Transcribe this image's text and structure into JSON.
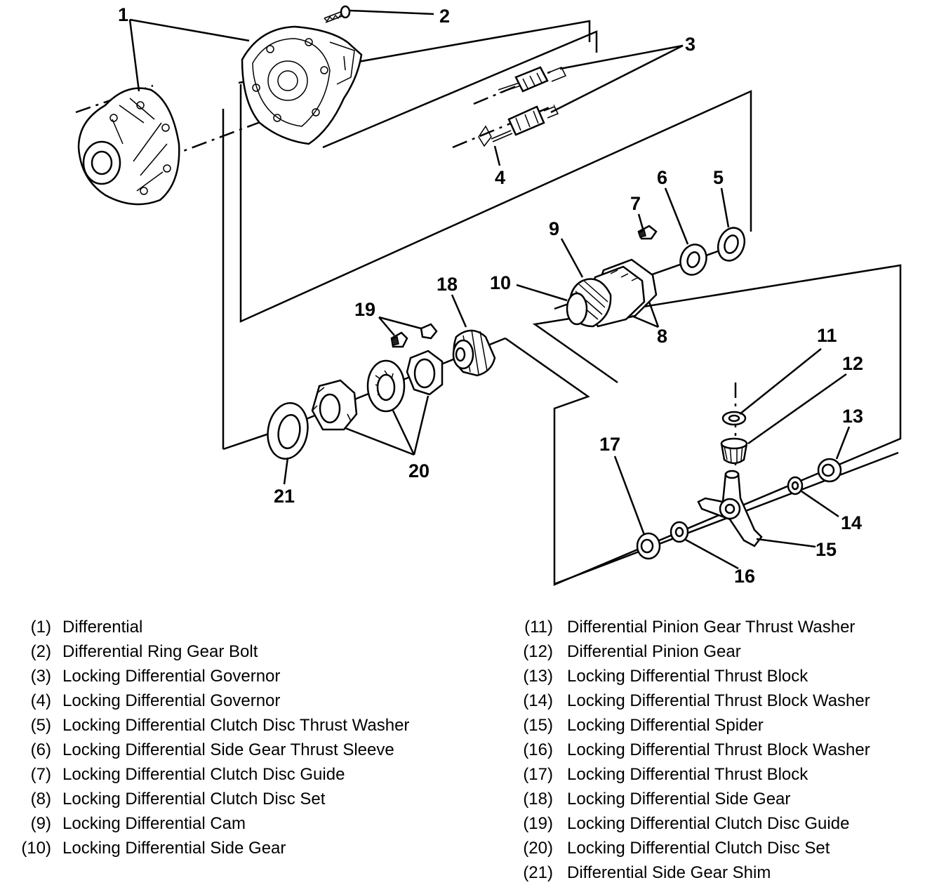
{
  "callouts": [
    "1",
    "2",
    "3",
    "4",
    "5",
    "6",
    "7",
    "8",
    "9",
    "10",
    "11",
    "12",
    "13",
    "14",
    "15",
    "16",
    "17",
    "18",
    "19",
    "20",
    "21"
  ],
  "legend": [
    {
      "num": "(1)",
      "name": "Differential"
    },
    {
      "num": "(2)",
      "name": "Differential Ring Gear Bolt"
    },
    {
      "num": "(3)",
      "name": "Locking Differential Governor"
    },
    {
      "num": "(4)",
      "name": "Locking Differential Governor"
    },
    {
      "num": "(5)",
      "name": "Locking Differential Clutch Disc Thrust Washer"
    },
    {
      "num": "(6)",
      "name": "Locking Differential Side Gear Thrust Sleeve"
    },
    {
      "num": "(7)",
      "name": "Locking Differential Clutch Disc Guide"
    },
    {
      "num": "(8)",
      "name": "Locking Differential Clutch Disc Set"
    },
    {
      "num": "(9)",
      "name": "Locking Differential Cam"
    },
    {
      "num": "(10)",
      "name": "Locking Differential Side Gear"
    },
    {
      "num": "(11)",
      "name": "Differential Pinion Gear Thrust Washer"
    },
    {
      "num": "(12)",
      "name": "Differential Pinion Gear"
    },
    {
      "num": "(13)",
      "name": "Locking Differential Thrust Block"
    },
    {
      "num": "(14)",
      "name": "Locking Differential Thrust Block Washer"
    },
    {
      "num": "(15)",
      "name": "Locking Differential Spider"
    },
    {
      "num": "(16)",
      "name": "Locking Differential Thrust Block Washer"
    },
    {
      "num": "(17)",
      "name": "Locking Differential Thrust Block"
    },
    {
      "num": "(18)",
      "name": "Locking Differential Side Gear"
    },
    {
      "num": "(19)",
      "name": "Locking Differential Clutch Disc Guide"
    },
    {
      "num": "(20)",
      "name": "Locking Differential Clutch Disc Set"
    },
    {
      "num": "(21)",
      "name": "Differential Side Gear Shim"
    }
  ]
}
